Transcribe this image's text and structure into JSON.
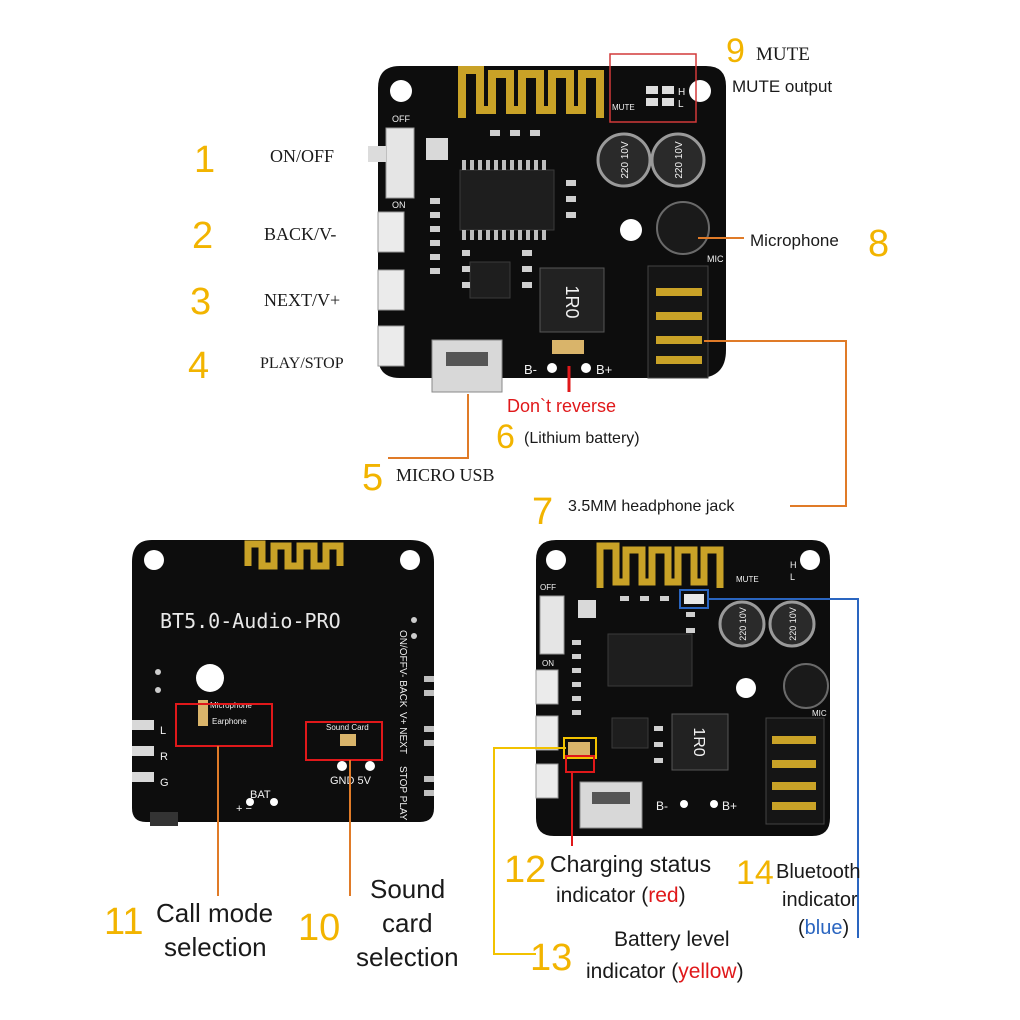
{
  "colors": {
    "number": "#f2b400",
    "leader_orange": "#e07b28",
    "leader_yellow": "#f2c200",
    "leader_blue": "#2a65c0",
    "warning_red": "#e0181a",
    "pcb": "#0d0d0d",
    "gold": "#c9a227"
  },
  "callouts": [
    {
      "num": "1",
      "label": "ON/OFF"
    },
    {
      "num": "2",
      "label": "BACK/V-"
    },
    {
      "num": "3",
      "label": "NEXT/V+"
    },
    {
      "num": "4",
      "label": "PLAY/STOP"
    },
    {
      "num": "5",
      "label": "MICRO USB"
    },
    {
      "num": "6",
      "label": "(Lithium battery)",
      "warning": "Don`t reverse"
    },
    {
      "num": "7",
      "label": "3.5MM headphone jack"
    },
    {
      "num": "8",
      "label": "Microphone"
    },
    {
      "num": "9",
      "label": "MUTE",
      "sub": "MUTE output"
    },
    {
      "num": "10",
      "lines": [
        "Sound",
        "card",
        "selection"
      ]
    },
    {
      "num": "11",
      "lines": [
        "Call mode",
        "selection"
      ]
    },
    {
      "num": "12",
      "lines": [
        "Charging status",
        "indicator (",
        "red",
        ")"
      ]
    },
    {
      "num": "13",
      "lines": [
        "Battery level",
        "indicator (",
        "yellow",
        ")"
      ]
    },
    {
      "num": "14",
      "lines": [
        "Bluetooth",
        "indicator",
        "(",
        "blue",
        ")"
      ]
    }
  ],
  "silkscreen": {
    "board_name": "BT5.0-Audio-PRO",
    "off": "OFF",
    "on": "ON",
    "mute": "MUTE",
    "h": "H",
    "l": "L",
    "mic": "MIC",
    "b_minus": "B-",
    "b_plus": "B+",
    "cap": "220 10V",
    "inductor": "1R0",
    "back_onoff": "ON/OFF",
    "back_back": "V- BACK",
    "back_next": "V+ NEXT",
    "back_stop": "STOP PLAY",
    "microphone": "Microphone",
    "earphone": "Earphone",
    "sound_card": "Sound Card",
    "gnd_5v": "GND 5V",
    "bat": "BAT",
    "bat_pm": "+  −",
    "lrg": [
      "L",
      "R",
      "G"
    ]
  }
}
